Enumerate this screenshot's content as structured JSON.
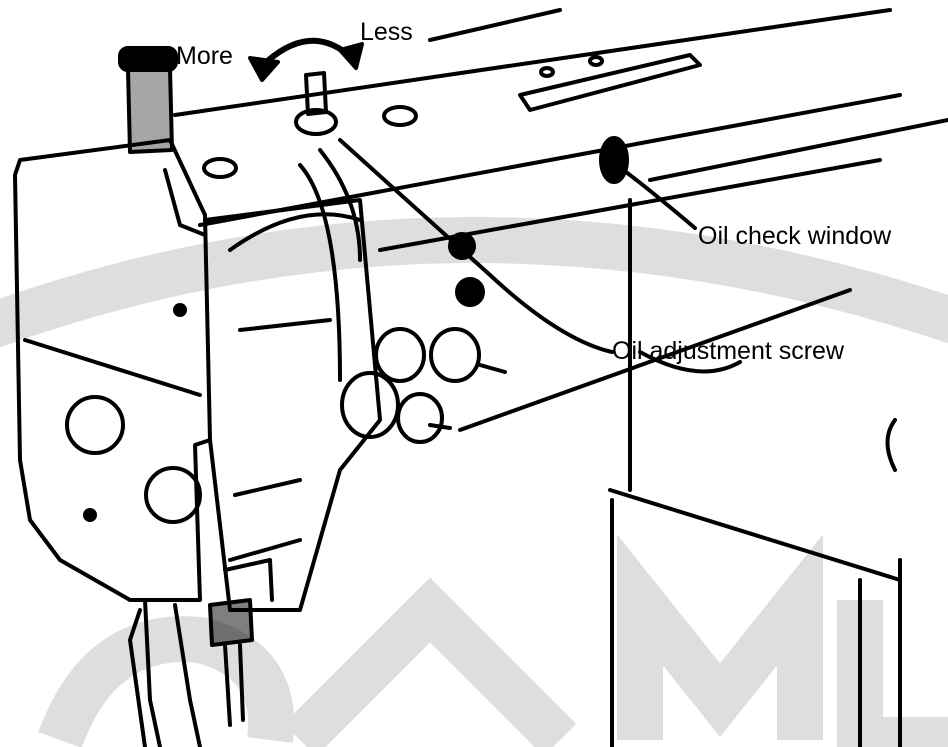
{
  "labels": {
    "more": "More",
    "less": "Less",
    "oil_check_window": "Oil check window",
    "oil_adjustment_screw": "Oil adjustment screw"
  },
  "colors": {
    "ink": "#000000",
    "paper": "#ffffff",
    "watermark": "#dedede"
  }
}
